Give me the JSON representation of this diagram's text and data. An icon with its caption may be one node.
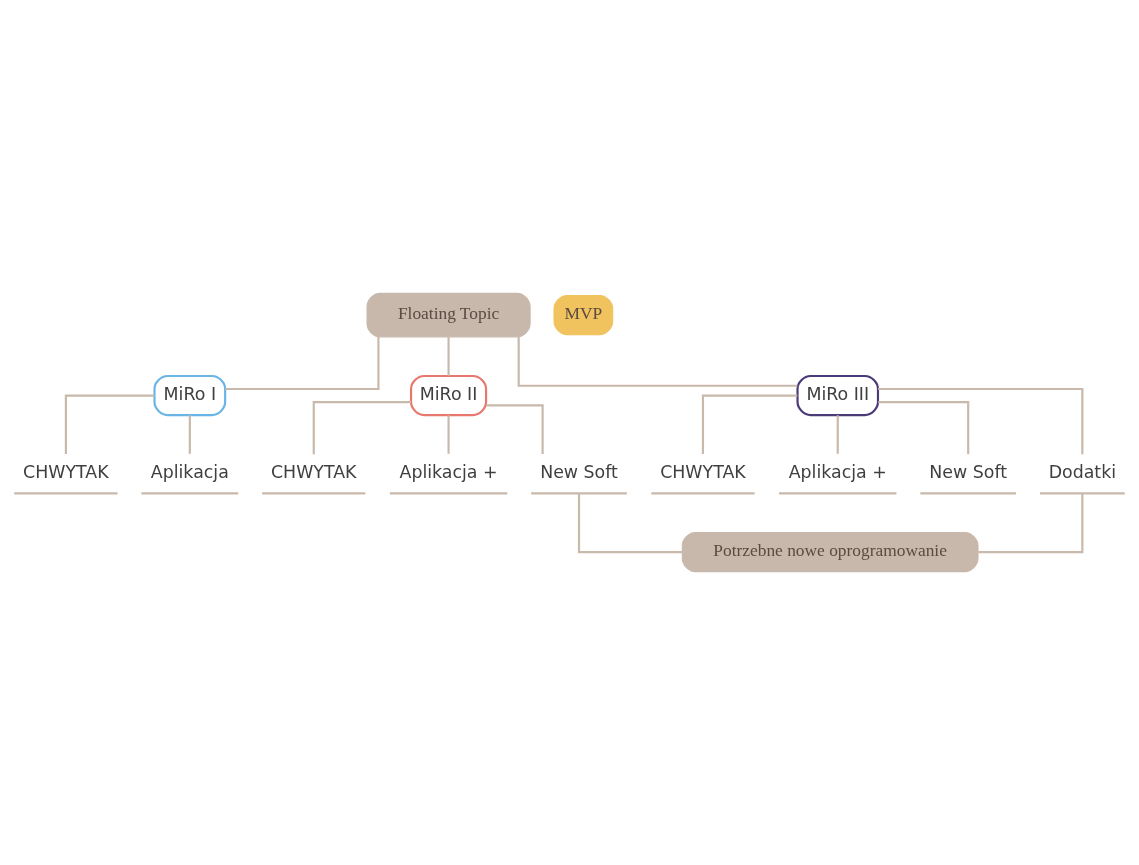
{
  "diagram": {
    "nodes": [
      {
        "text": [
          "Floating Topic"
        ]
      },
      {
        "text": [
          "MVP"
        ]
      },
      {
        "text": [
          "MiRo I"
        ]
      },
      {
        "text": [
          "CHWYTAK"
        ]
      },
      {
        "text": [
          "Aplikacja"
        ]
      },
      {
        "text": [
          "MiRo II"
        ]
      },
      {
        "text": [
          "CHWYTAK"
        ]
      },
      {
        "text": [
          "Aplikacja +"
        ]
      },
      {
        "text": [
          "New Soft"
        ]
      },
      {
        "text": [
          "MiRo III"
        ]
      },
      {
        "text": [
          "CHWYTAK"
        ]
      },
      {
        "text": [
          "Aplikacja +"
        ]
      },
      {
        "text": [
          "New Soft"
        ]
      },
      {
        "text": [
          "Dodatki"
        ]
      },
      {
        "text": [
          "Potrzebne nowe oprogramowanie"
        ]
      }
    ],
    "edges": [
      {
        "from": 0,
        "to": 2,
        "arrow": "none"
      },
      {
        "from": 0,
        "to": 5,
        "arrow": "none"
      },
      {
        "from": 0,
        "to": 9,
        "arrow": "none"
      },
      {
        "from": 2,
        "to": 3,
        "arrow": "none"
      },
      {
        "from": 2,
        "to": 4,
        "arrow": "none"
      },
      {
        "from": 5,
        "to": 6,
        "arrow": "none"
      },
      {
        "from": 5,
        "to": 7,
        "arrow": "none"
      },
      {
        "from": 5,
        "to": 8,
        "arrow": "none"
      },
      {
        "from": 9,
        "to": 10,
        "arrow": "none"
      },
      {
        "from": 9,
        "to": 11,
        "arrow": "none"
      },
      {
        "from": 9,
        "to": 12,
        "arrow": "none"
      },
      {
        "from": 9,
        "to": 13,
        "arrow": "none"
      },
      {
        "from": 8,
        "to": 14,
        "arrow": "none"
      },
      {
        "from": 13,
        "to": 14,
        "arrow": "none"
      }
    ]
  }
}
